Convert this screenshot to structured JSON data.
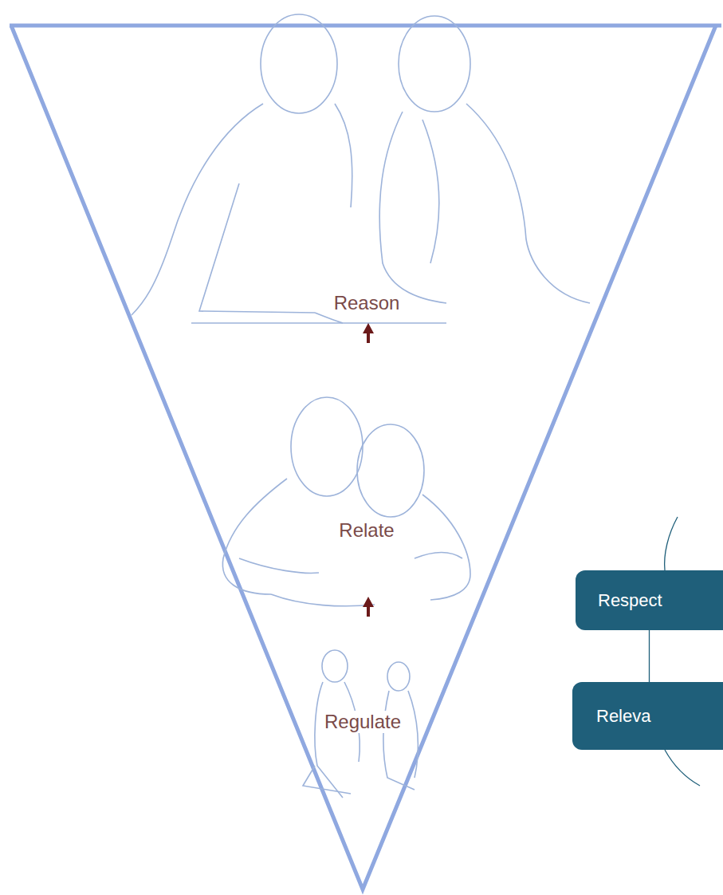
{
  "diagram": {
    "nodes": [
      {
        "text": [
          "Respect"
        ]
      },
      {
        "text": [
          "Releva"
        ]
      }
    ],
    "edges": [
      {
        "from": 0,
        "to": 1,
        "arrow": "none"
      }
    ],
    "labels": [
      "Reason",
      "Relate",
      "Regulate"
    ]
  }
}
